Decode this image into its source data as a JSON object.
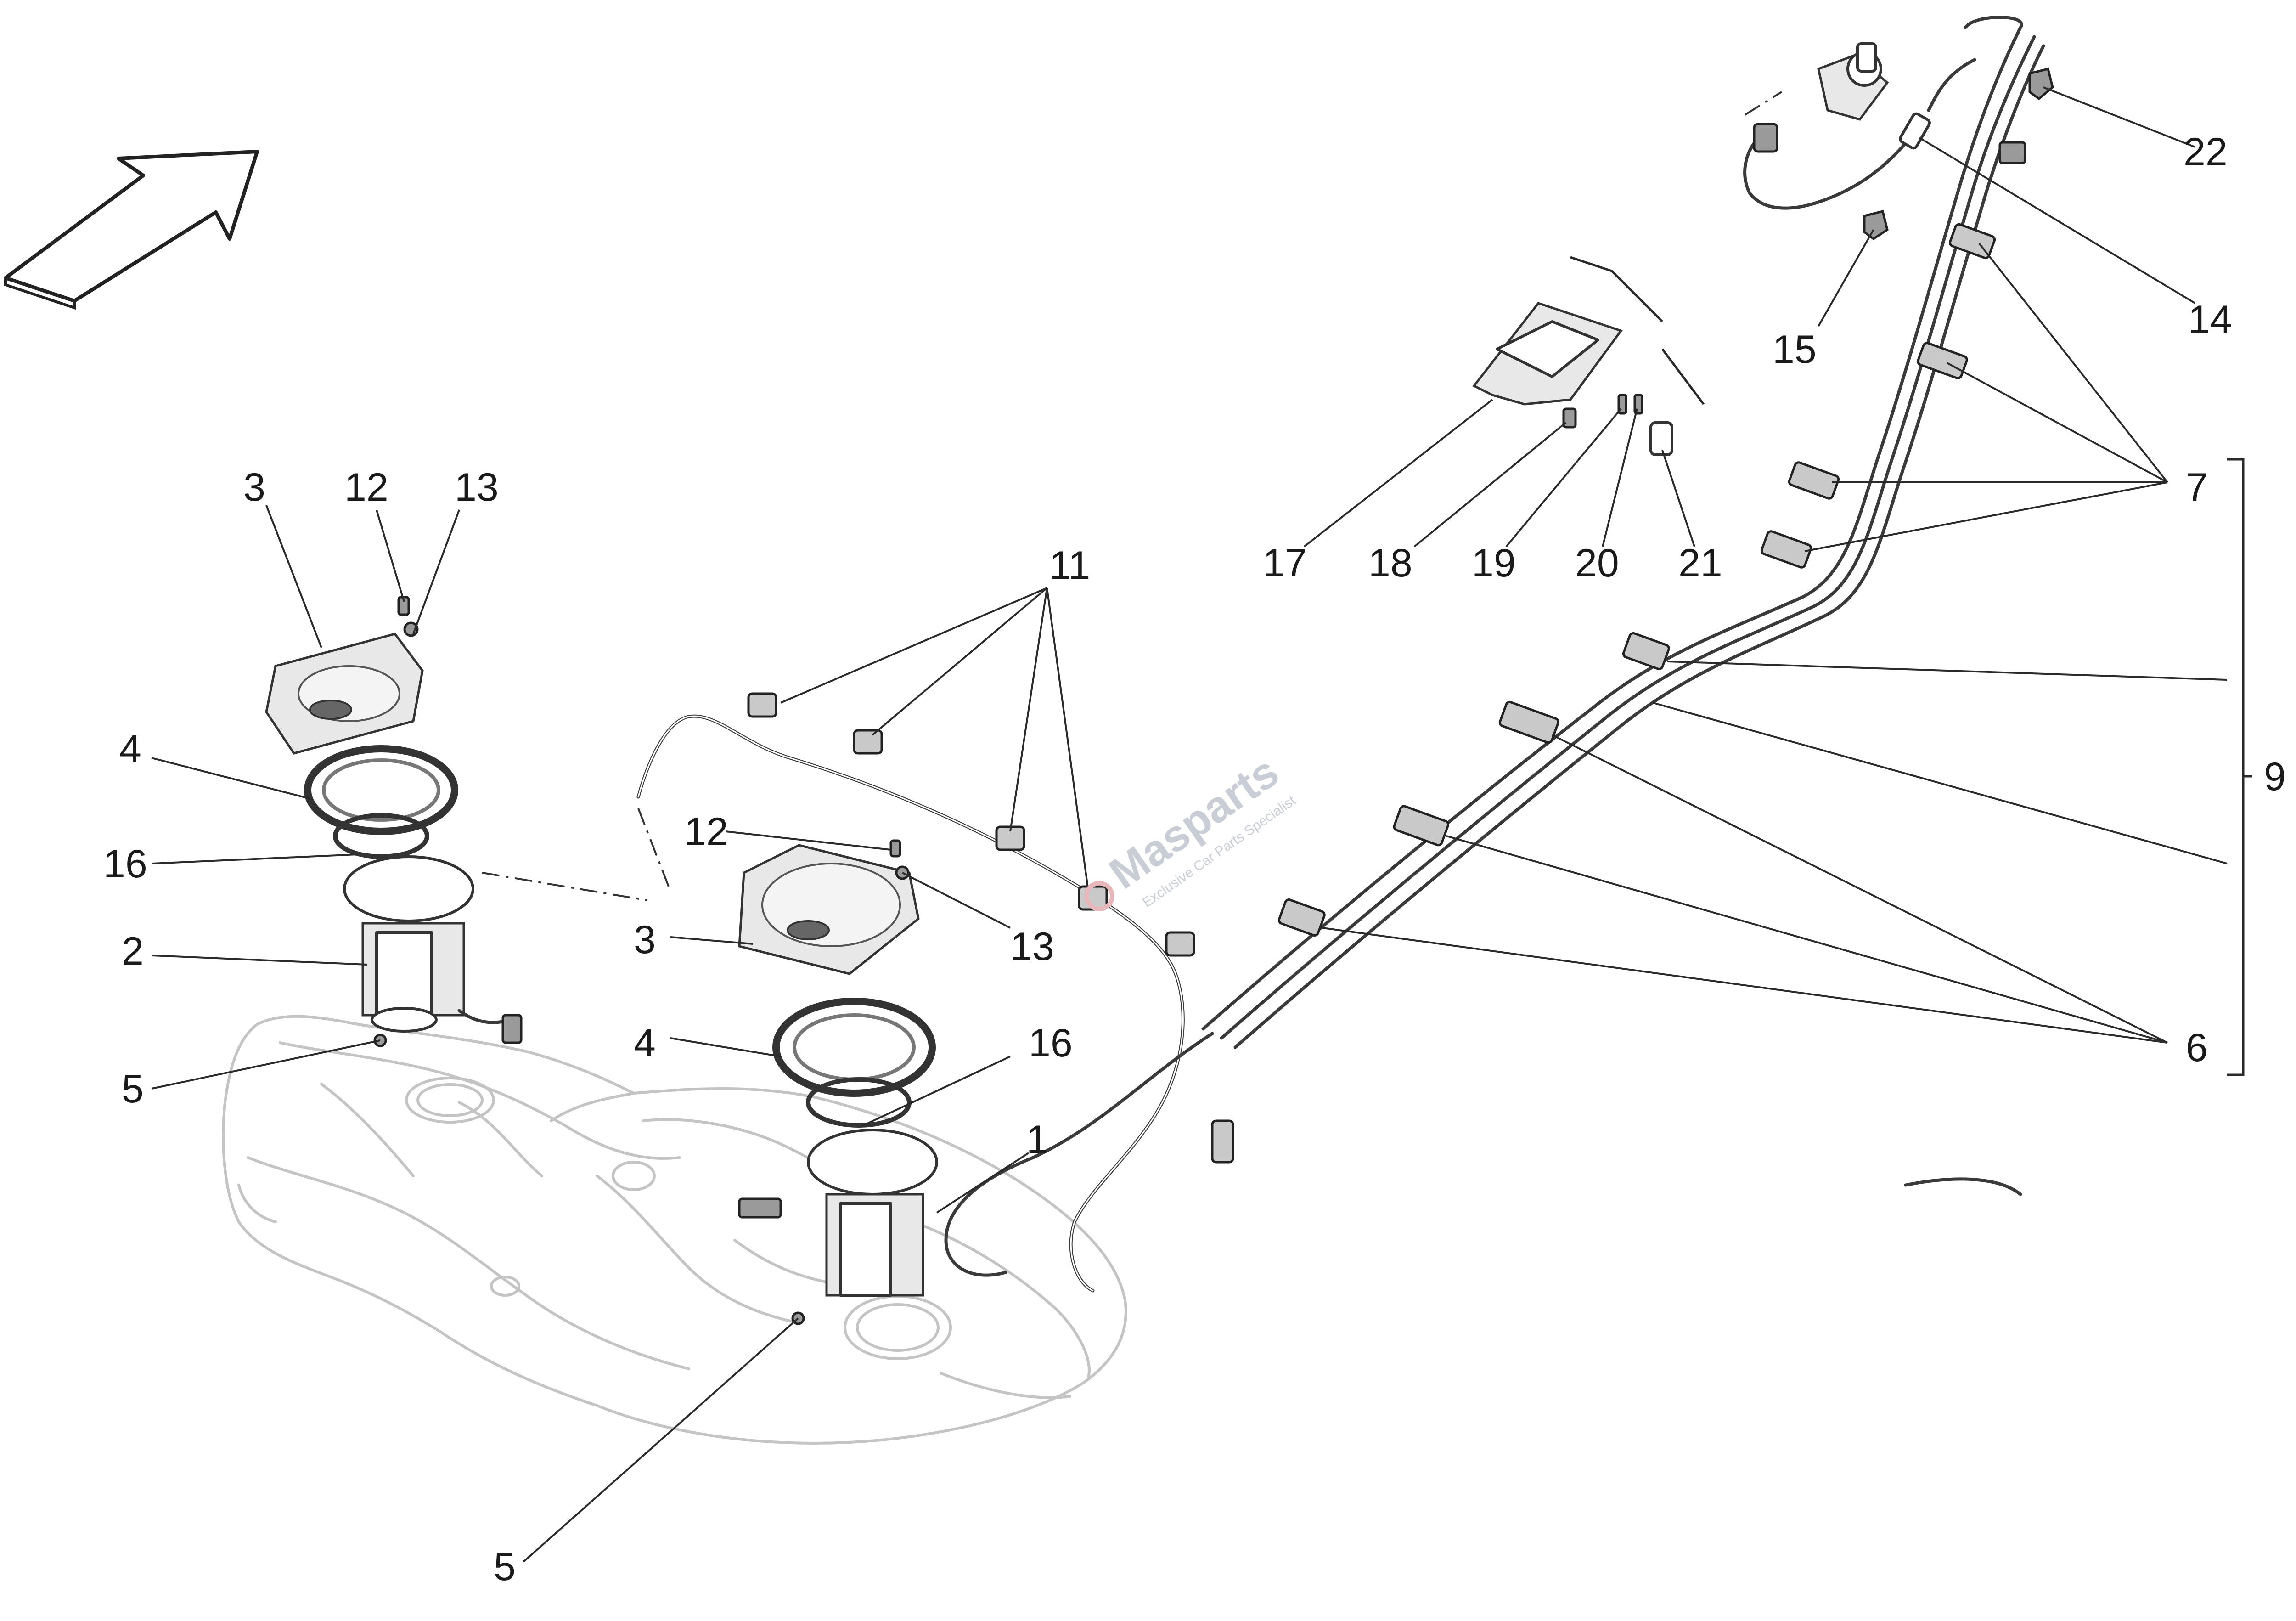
{
  "diagram": {
    "part_labels": [
      {
        "key": "l3a",
        "text": "3"
      },
      {
        "key": "l12a",
        "text": "12"
      },
      {
        "key": "l13a",
        "text": "13"
      },
      {
        "key": "l4a",
        "text": "4"
      },
      {
        "key": "l16a",
        "text": "16"
      },
      {
        "key": "l2",
        "text": "2"
      },
      {
        "key": "l5a",
        "text": "5"
      },
      {
        "key": "l11",
        "text": "11"
      },
      {
        "key": "l12b",
        "text": "12"
      },
      {
        "key": "l3b",
        "text": "3"
      },
      {
        "key": "l13b",
        "text": "13"
      },
      {
        "key": "l4b",
        "text": "4"
      },
      {
        "key": "l16b",
        "text": "16"
      },
      {
        "key": "l1",
        "text": "1"
      },
      {
        "key": "l5b",
        "text": "5"
      },
      {
        "key": "l17",
        "text": "17"
      },
      {
        "key": "l18",
        "text": "18"
      },
      {
        "key": "l19",
        "text": "19"
      },
      {
        "key": "l20",
        "text": "20"
      },
      {
        "key": "l21",
        "text": "21"
      },
      {
        "key": "l15",
        "text": "15"
      },
      {
        "key": "l14",
        "text": "14"
      },
      {
        "key": "l22",
        "text": "22"
      },
      {
        "key": "l7",
        "text": "7"
      },
      {
        "key": "l9",
        "text": "9"
      },
      {
        "key": "l6",
        "text": "6"
      }
    ],
    "watermark": {
      "brand": "Masparts",
      "tagline": "Exclusive Car Parts Specialist"
    }
  }
}
